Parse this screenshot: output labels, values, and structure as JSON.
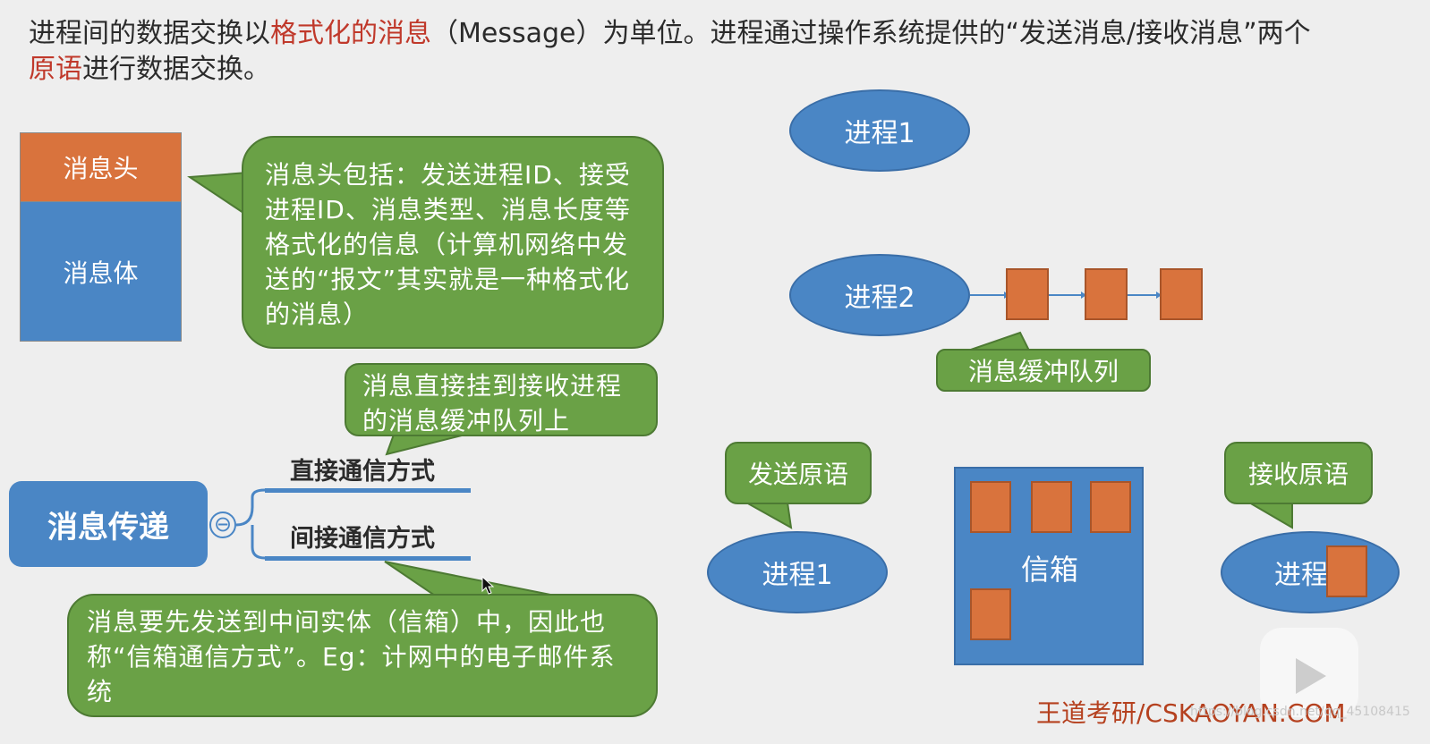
{
  "intro": {
    "part1": "进程间的数据交换以",
    "highlight1": "格式化的消息",
    "part2": "（Message）为单位。进程通过操作系统提供的“发送消息/接收消息”两个",
    "highlight2": "原语",
    "part3": "进行数据交换。"
  },
  "message": {
    "head": "消息头",
    "body": "消息体"
  },
  "callouts": {
    "header_desc": "消息头包括：发送进程ID、接受进程ID、消息类型、消息长度等格式化的信息（计算机网络中发送的“报文”其实就是一种格式化的消息）",
    "direct_desc": "消息直接挂到接收进程的消息缓冲队列上",
    "indirect_desc": "消息要先发送到中间实体（信箱）中，因此也称“信箱通信方式”。Eg：计网中的电子邮件系统"
  },
  "mindmap": {
    "root": "消息传递",
    "collapse": "⊖",
    "direct": "直接通信方式",
    "indirect": "间接通信方式"
  },
  "diagram": {
    "proc1_top": "进程1",
    "proc2": "进程2",
    "queue_label": "消息缓冲队列",
    "send_primitive": "发送原语",
    "recv_primitive": "接收原语",
    "proc1_bottom": "进程1",
    "proc2_bottom": "进程",
    "mailbox": "信箱"
  },
  "footer": {
    "brand": "王道考研/CSKAOYAN.COM",
    "watermark": "https://blog.csdn.net/qq_45108415"
  },
  "colors": {
    "blue": "#4a86c5",
    "orange": "#d9733d",
    "green": "#6aa146",
    "highlight": "#c0392b"
  }
}
